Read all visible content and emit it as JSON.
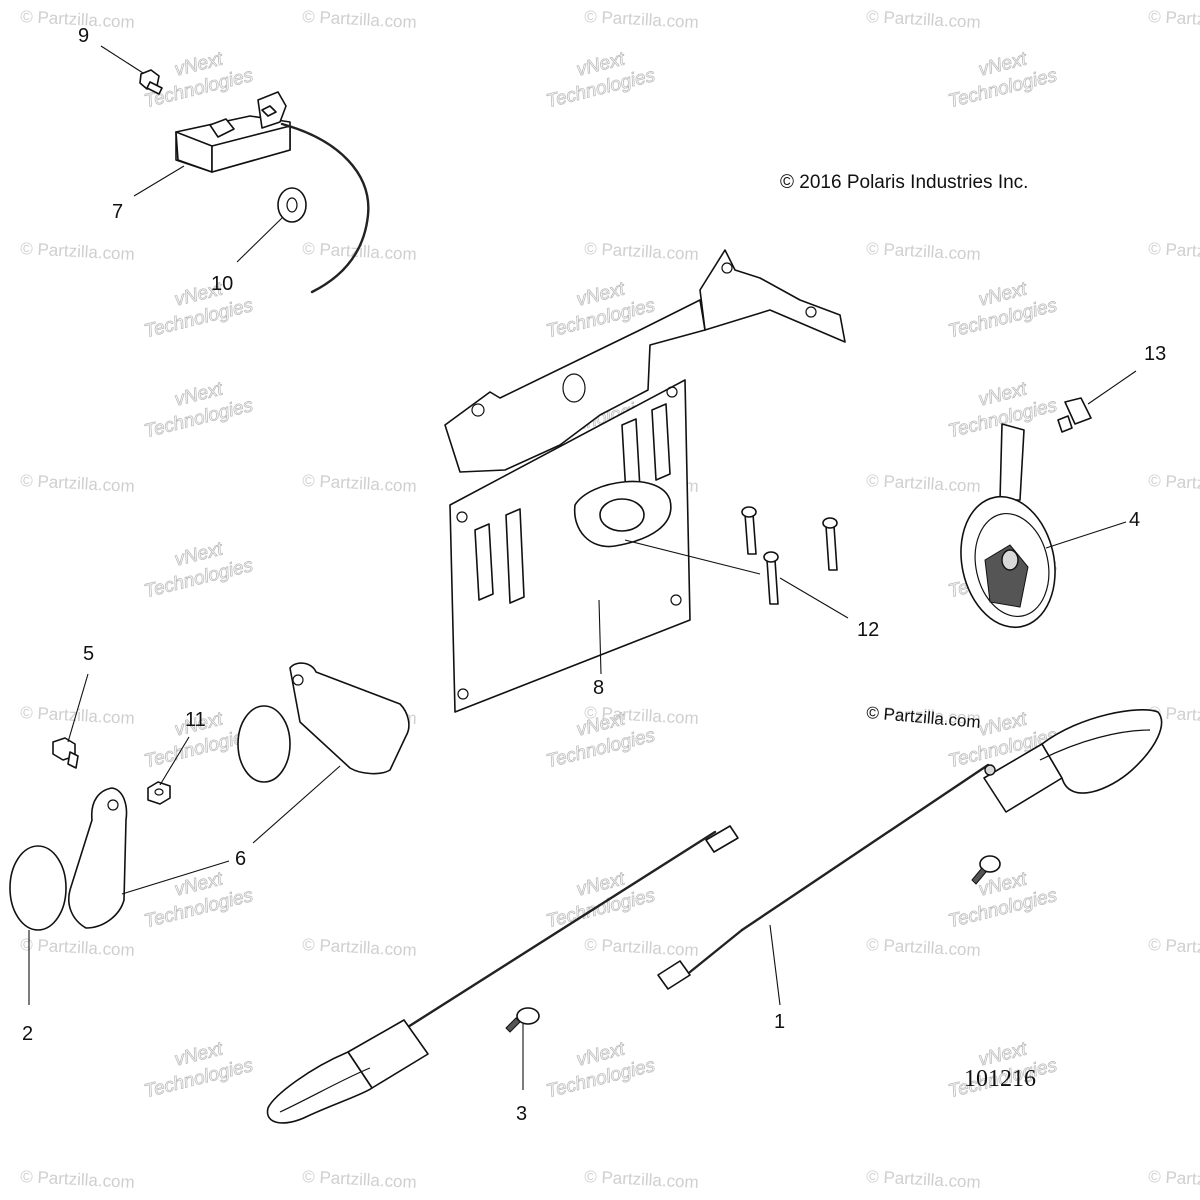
{
  "copyright": "© 2016  Polaris Industries Inc.",
  "partzilla_mark": "© Partzilla.com",
  "diagram_id": "101216",
  "watermarks": {
    "partzilla": "© Partzilla.com",
    "vnext_line1": "vNext",
    "vnext_line2": "Technologies"
  },
  "callouts": {
    "c1": "1",
    "c2": "2",
    "c3": "3",
    "c4": "4",
    "c5": "5",
    "c6": "6",
    "c7": "7",
    "c8": "8",
    "c9": "9",
    "c10": "10",
    "c11": "11",
    "c12": "12",
    "c13": "13"
  }
}
